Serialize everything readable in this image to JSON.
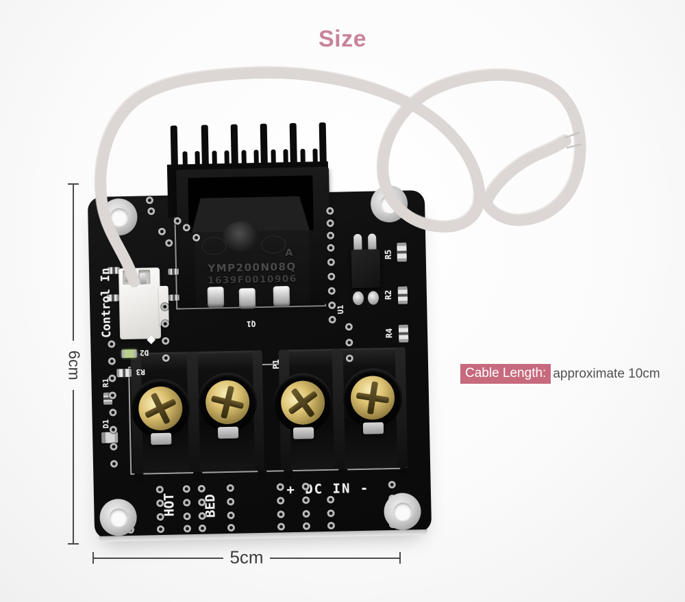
{
  "title": "Size",
  "dimension_labels": {
    "height": "6cm",
    "width": "5cm"
  },
  "cable_note": {
    "label": "Cable Length:",
    "value": "approximate 10cm"
  },
  "board_silkscreen": {
    "control_in": "Control In",
    "hot": "HOT",
    "bed": "BED",
    "dc_in": "+ DC IN -",
    "p1": "P1",
    "q1": "Q1",
    "u1": "U1",
    "d1": "D1",
    "d2": "D2",
    "r1": "R1",
    "r3": "R3",
    "r5": "R5",
    "r2": "R2",
    "r4": "R4"
  },
  "mosfet_marking": {
    "line1": "YMP200N08Q",
    "line2": "1639F0010906",
    "logo": "A"
  },
  "colors": {
    "title_pink": "#c9839b",
    "note_label_bg": "#c76a7e",
    "dimension_line": "#4a4a4a",
    "note_value_gray": "#4f4f4f",
    "pcb_black": "#0e0e0e",
    "wire_white": "#f7f5f4",
    "wire_mark_red": "#c35b73",
    "screw_brass": "#ddc271"
  }
}
